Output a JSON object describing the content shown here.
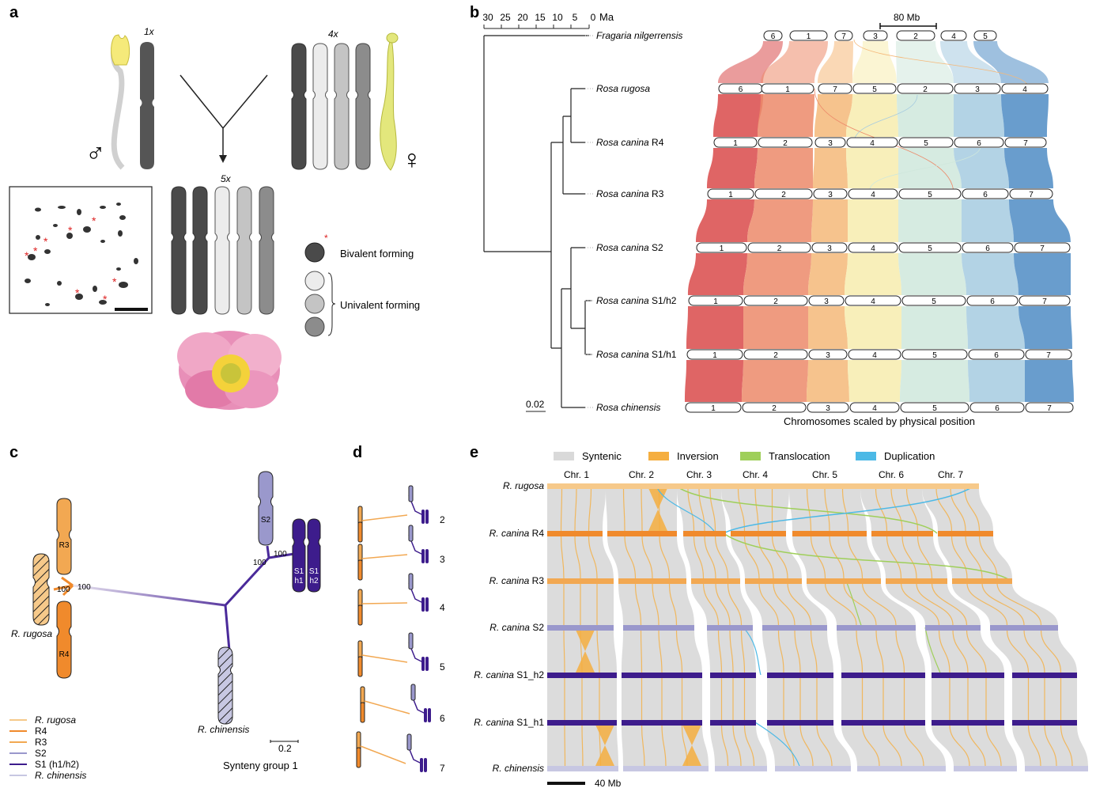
{
  "panels": {
    "a": {
      "label": "a",
      "ploidy_1x": "1x",
      "ploidy_4x": "4x",
      "ploidy_5x": "5x",
      "male_symbol": "♂",
      "female_symbol": "♀",
      "legend_bivalent": "Bivalent forming",
      "legend_univalent": "Univalent forming",
      "asterisk": "*"
    },
    "b": {
      "label": "b",
      "time_axis_unit": "Ma",
      "time_ticks": [
        "30",
        "25",
        "20",
        "15",
        "10",
        "5",
        "0"
      ],
      "scale_bar": "80 Mb",
      "tree_scale": "0.02",
      "footer": "Chromosomes scaled by physical position",
      "taxa": [
        {
          "name": "Fragaria nilgerrensis",
          "chromosomes": [
            "6",
            "1",
            "7",
            "3",
            "2",
            "4",
            "5"
          ]
        },
        {
          "name": "Rosa rugosa",
          "chromosomes": [
            "6",
            "1",
            "7",
            "5",
            "2",
            "3",
            "4"
          ]
        },
        {
          "name": "Rosa canina R4",
          "chromosomes": [
            "1",
            "2",
            "3",
            "4",
            "5",
            "6",
            "7"
          ]
        },
        {
          "name": "Rosa canina R3",
          "chromosomes": [
            "1",
            "2",
            "3",
            "4",
            "5",
            "6",
            "7"
          ]
        },
        {
          "name": "Rosa canina S2",
          "chromosomes": [
            "1",
            "2",
            "3",
            "4",
            "5",
            "6",
            "7"
          ]
        },
        {
          "name": "Rosa canina S1/h2",
          "chromosomes": [
            "1",
            "2",
            "3",
            "4",
            "5",
            "6",
            "7"
          ]
        },
        {
          "name": "Rosa canina S1/h1",
          "chromosomes": [
            "1",
            "2",
            "3",
            "4",
            "5",
            "6",
            "7"
          ]
        },
        {
          "name": "Rosa chinensis",
          "chromosomes": [
            "1",
            "2",
            "3",
            "4",
            "5",
            "6",
            "7"
          ]
        }
      ],
      "ribbon_colors": [
        "#d94a4a",
        "#ec8a6a",
        "#f5b879",
        "#f7ecae",
        "#cfe7dc",
        "#a6cbe0",
        "#4f8cc4"
      ]
    },
    "c": {
      "label": "c",
      "nodes": {
        "R3": "R3",
        "R4": "R4",
        "S2": "S2",
        "S1h1": "S1\nh1",
        "S1h2": "S1\nh2"
      },
      "bootstrap": [
        "100",
        "100",
        "100",
        "100"
      ],
      "taxon_rugosa": "R. rugosa",
      "taxon_chinensis": "R. chinensis",
      "scale": "0.2",
      "title": "Synteny group 1",
      "legend": [
        {
          "label": "R. rugosa",
          "color": "#f6c98a",
          "italic": true
        },
        {
          "label": "R4",
          "color": "#f08a2c",
          "italic": false
        },
        {
          "label": "R3",
          "color": "#f2a852",
          "italic": false
        },
        {
          "label": "S2",
          "color": "#9a98cc",
          "italic": false
        },
        {
          "label": "S1 (h1/h2)",
          "color": "#3d1c8c",
          "italic": false
        },
        {
          "label": "R. chinensis",
          "color": "#c7c7e2",
          "italic": true
        }
      ]
    },
    "d": {
      "label": "d",
      "groups": [
        "2",
        "3",
        "4",
        "5",
        "6",
        "7"
      ]
    },
    "e": {
      "label": "e",
      "legend": [
        {
          "label": "Syntenic",
          "color": "#d9d9d9"
        },
        {
          "label": "Inversion",
          "color": "#f5ae3f"
        },
        {
          "label": "Translocation",
          "color": "#9fcf5a"
        },
        {
          "label": "Duplication",
          "color": "#4cb9e6"
        }
      ],
      "chromosomes": [
        "Chr. 1",
        "Chr. 2",
        "Chr. 3",
        "Chr. 4",
        "Chr. 5",
        "Chr. 6",
        "Chr. 7"
      ],
      "rows": [
        {
          "name": "R. rugosa",
          "color": "#f6c98a"
        },
        {
          "name": "R. canina R4",
          "color": "#f08a2c"
        },
        {
          "name": "R. canina R3",
          "color": "#f2a852"
        },
        {
          "name": "R. canina S2",
          "color": "#9a98cc"
        },
        {
          "name": "R. canina S1_h2",
          "color": "#3d1c8c"
        },
        {
          "name": "R. canina S1_h1",
          "color": "#3d1c8c"
        },
        {
          "name": "R. chinensis",
          "color": "#c7c7e2"
        }
      ],
      "scale_bar": "40 Mb"
    }
  }
}
